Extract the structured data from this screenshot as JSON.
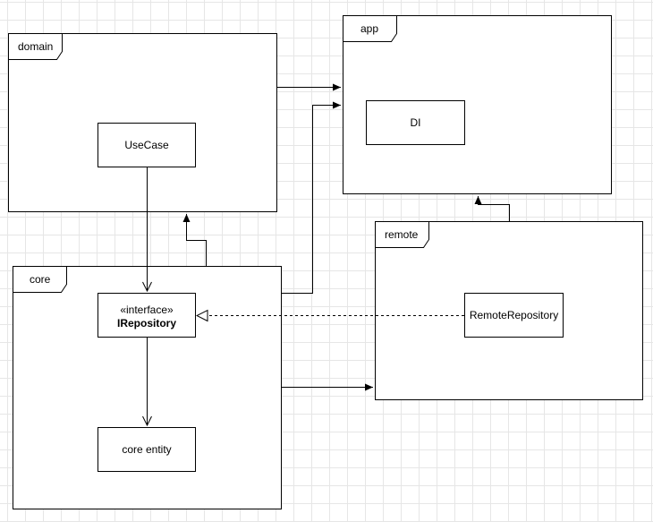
{
  "packages": {
    "domain": "domain",
    "app": "app",
    "core": "core",
    "remote": "remote"
  },
  "classes": {
    "usecase": "UseCase",
    "di": "DI",
    "irepository_stereotype": "«interface»",
    "irepository_name": "IRepository",
    "core_entity": "core entity",
    "remote_repository": "RemoteRepository"
  },
  "colors": {
    "line": "#000000",
    "fill": "#ffffff",
    "grid": "#e6e6e6"
  }
}
